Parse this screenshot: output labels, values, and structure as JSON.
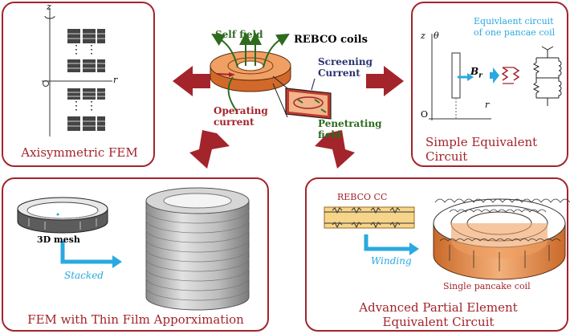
{
  "panels": {
    "axisymmetric": {
      "caption": "Axisymmetric FEM",
      "z_axis": "z",
      "r_axis": "r",
      "dots": "⋮"
    },
    "simple": {
      "caption_line1": "Simple Equivalent",
      "caption_line2": "Circuit",
      "note_line1": "Equivlaent circuit",
      "note_line2": "of one pancae coil",
      "z_axis": "z",
      "theta": "θ",
      "r_axis": "r",
      "origin": "O",
      "br": "B",
      "br_sub": "r"
    },
    "thinfilm": {
      "caption": "FEM with Thin Film Apporximation",
      "mesh_label": "3D mesh",
      "arrow_label": "Stacked"
    },
    "peec": {
      "caption_line1": "Advanced Partial Element",
      "caption_line2": "Equivalent Circuit",
      "tape_label": "REBCO CC",
      "arrow_label": "Winding",
      "coil_label": "Single pancake coil"
    }
  },
  "center": {
    "title": "REBCO coils",
    "self_field": "Self field",
    "screening_line1": "Screening",
    "screening_line2": "Current",
    "operating_line1": "Operating",
    "operating_line2": "current",
    "penetrating_line1": "Penetrating",
    "penetrating_line2": "field"
  },
  "colors": {
    "accent": "#a3242b",
    "green": "#2e6b1f",
    "navy": "#2a3470",
    "cyan": "#29a9e0",
    "orange": "#e8924a"
  }
}
